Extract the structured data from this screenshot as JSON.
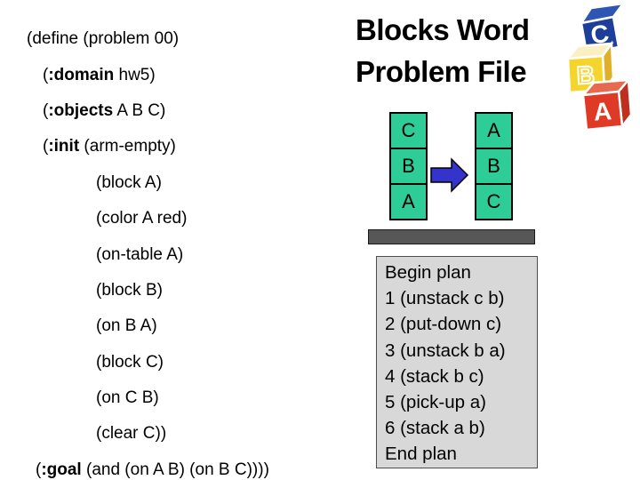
{
  "title": {
    "line1": "Blocks Word",
    "line2": "Problem File"
  },
  "colors": {
    "block_fill": "#2ecc96",
    "arrow_fill": "#3434cc",
    "table_fill": "#575757",
    "plan_bg": "#d8d8d8",
    "cube_blue_front": "#1d3f99",
    "cube_blue_top": "#2d55b4",
    "cube_yellow_front": "#f5d42c",
    "cube_yellow_top": "#faf0c4",
    "cube_yellow_side": "#e0b02a",
    "cube_red_front": "#de3a26",
    "cube_red_top": "#e76a50",
    "cube_red_side": "#be2f1e"
  },
  "code": {
    "lines": [
      {
        "pre": "(define (problem 00)",
        "bold": "",
        "post": ""
      },
      {
        "pre": "(",
        "bold": ":domain",
        "post": " hw5)"
      },
      {
        "pre": "(",
        "bold": ":objects",
        "post": " A B C)"
      },
      {
        "pre": "(",
        "bold": ":init",
        "post": " (arm-empty)"
      },
      {
        "pre": "(block A)",
        "bold": "",
        "post": ""
      },
      {
        "pre": "(color A red)",
        "bold": "",
        "post": ""
      },
      {
        "pre": "(on-table A)",
        "bold": "",
        "post": ""
      },
      {
        "pre": "(block B)",
        "bold": "",
        "post": ""
      },
      {
        "pre": "(on B A)",
        "bold": "",
        "post": ""
      },
      {
        "pre": "(block C)",
        "bold": "",
        "post": ""
      },
      {
        "pre": "(on C B)",
        "bold": "",
        "post": ""
      },
      {
        "pre": "(clear C))",
        "bold": "",
        "post": ""
      },
      {
        "pre": "(",
        "bold": ":goal",
        "post": " (and (on A B) (on B C))))"
      }
    ]
  },
  "diagram": {
    "initial_stack": [
      "C",
      "B",
      "A"
    ],
    "goal_stack": [
      "A",
      "B",
      "C"
    ]
  },
  "clipart": {
    "letters": [
      "C",
      "B",
      "A"
    ]
  },
  "plan": {
    "lines": [
      "Begin plan",
      "1 (unstack c b)",
      "2 (put-down c)",
      "3 (unstack b a)",
      "4 (stack b c)",
      "5 (pick-up a)",
      "6 (stack a b)",
      "End plan"
    ]
  }
}
